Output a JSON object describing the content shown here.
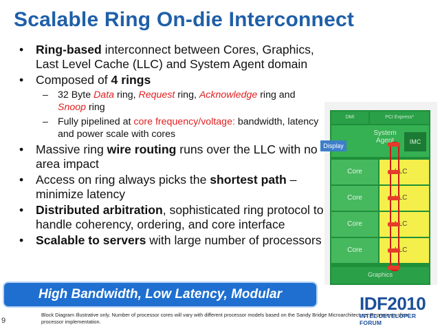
{
  "title": "Scalable Ring On-die Interconnect",
  "bullets": {
    "b1": {
      "bold": "Ring-based",
      "rest": " interconnect between Cores, Graphics, Last Level Cache (LLC) and System Agent domain"
    },
    "b2": {
      "pre": "Composed of ",
      "bold": "4 rings"
    },
    "b2s1": {
      "pre": "32 Byte ",
      "data": "Data",
      "r1": " ring, ",
      "request": "Request",
      "r2": " ring, ",
      "ack": "Acknowledge",
      "r3": " ring and ",
      "snoop": "Snoop",
      "r4": " ring"
    },
    "b2s2": {
      "pre": "Fully pipelined at ",
      "red": "core frequency/voltage:",
      "rest": " bandwidth, latency and power scale with cores"
    },
    "b3": {
      "pre": "Massive ring ",
      "bold": "wire routing",
      "rest": " runs over the LLC with no area impact"
    },
    "b4": {
      "pre": "Access on ring always picks the ",
      "bold": "shortest path",
      "rest": " – minimize latency"
    },
    "b5": {
      "bold": "Distributed arbitration",
      "rest": ", sophisticated ring protocol to handle coherency, ordering, and core interface"
    },
    "b6": {
      "bold": "Scalable to servers",
      "rest": " with large number of processors"
    }
  },
  "banner": "High Bandwidth, Low Latency, Modular",
  "page_number": "9",
  "footnote": "Block Diagram Illustrative only.  Number of processor cores will vary with different  processor models based on the Sandy Bridge Microarchitecture. Represents client processor implementation.",
  "logo": {
    "big": "IDF2010",
    "small": "INTEL DEVELOPER FORUM"
  },
  "diagram": {
    "dmi": "DMI",
    "pcie": "PCI Express*",
    "system_agent": "System Agent",
    "imc": "IMC",
    "display": "Display",
    "cores": [
      "Core",
      "Core",
      "Core",
      "Core"
    ],
    "llcs": [
      "LLC",
      "LLC",
      "LLC",
      "LLC"
    ],
    "graphics": "Graphics"
  }
}
